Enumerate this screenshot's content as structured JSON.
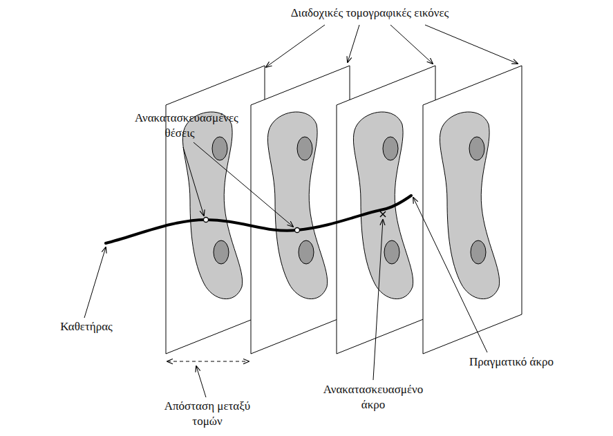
{
  "diagram": {
    "labels": [
      "Διαδοχικές τομογραφικές εικόνες",
      "Ανακατασκευασμένες θέσεις",
      "Καθετήρας",
      "Απόσταση μεταξύ τομών",
      "Ανακατασκευασμένο άκρο",
      "Πραγματικό άκρο"
    ]
  }
}
